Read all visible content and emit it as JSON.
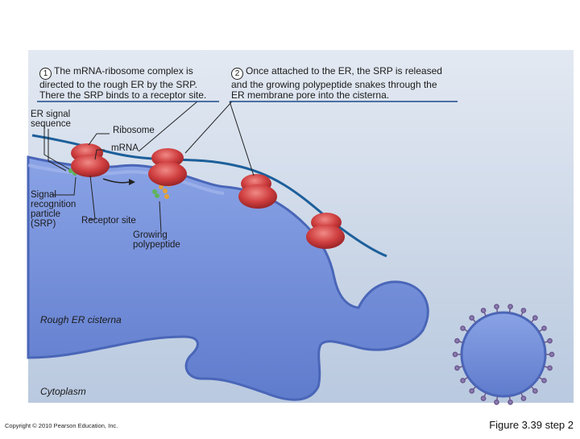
{
  "step1": {
    "number": "1",
    "lines": [
      "The mRNA-ribosome complex is",
      "directed to the rough ER by the SRP.",
      "There the SRP binds to a receptor site."
    ]
  },
  "step2": {
    "number": "2",
    "lines": [
      "Once attached to the ER, the SRP is released",
      "and the growing polypeptide snakes through the",
      "ER membrane pore into the cisterna."
    ]
  },
  "labels": {
    "er_signal": [
      "ER signal",
      "sequence"
    ],
    "ribosome": "Ribosome",
    "mrna": "mRNA",
    "srp": [
      "Signal",
      "recognition",
      "particle",
      "(SRP)"
    ],
    "receptor": "Receptor site",
    "polypeptide": [
      "Growing",
      "polypeptide"
    ],
    "cisterna": "Rough ER cisterna",
    "cytoplasm": "Cytoplasm"
  },
  "footer": {
    "copyright": "Copyright © 2010 Pearson Education, Inc.",
    "figure": "Figure 3.39 step 2"
  },
  "colors": {
    "panel_top": "#dfe6f0",
    "panel_bottom": "#bccbe0",
    "er_membrane": "#5a78c8",
    "er_lumen": "#6e8ad8",
    "ribosome": "#c8383a",
    "mrna": "#1d5f9a",
    "srp_green": "#5fb35a",
    "polypeptide_orange": "#e3a13a"
  }
}
